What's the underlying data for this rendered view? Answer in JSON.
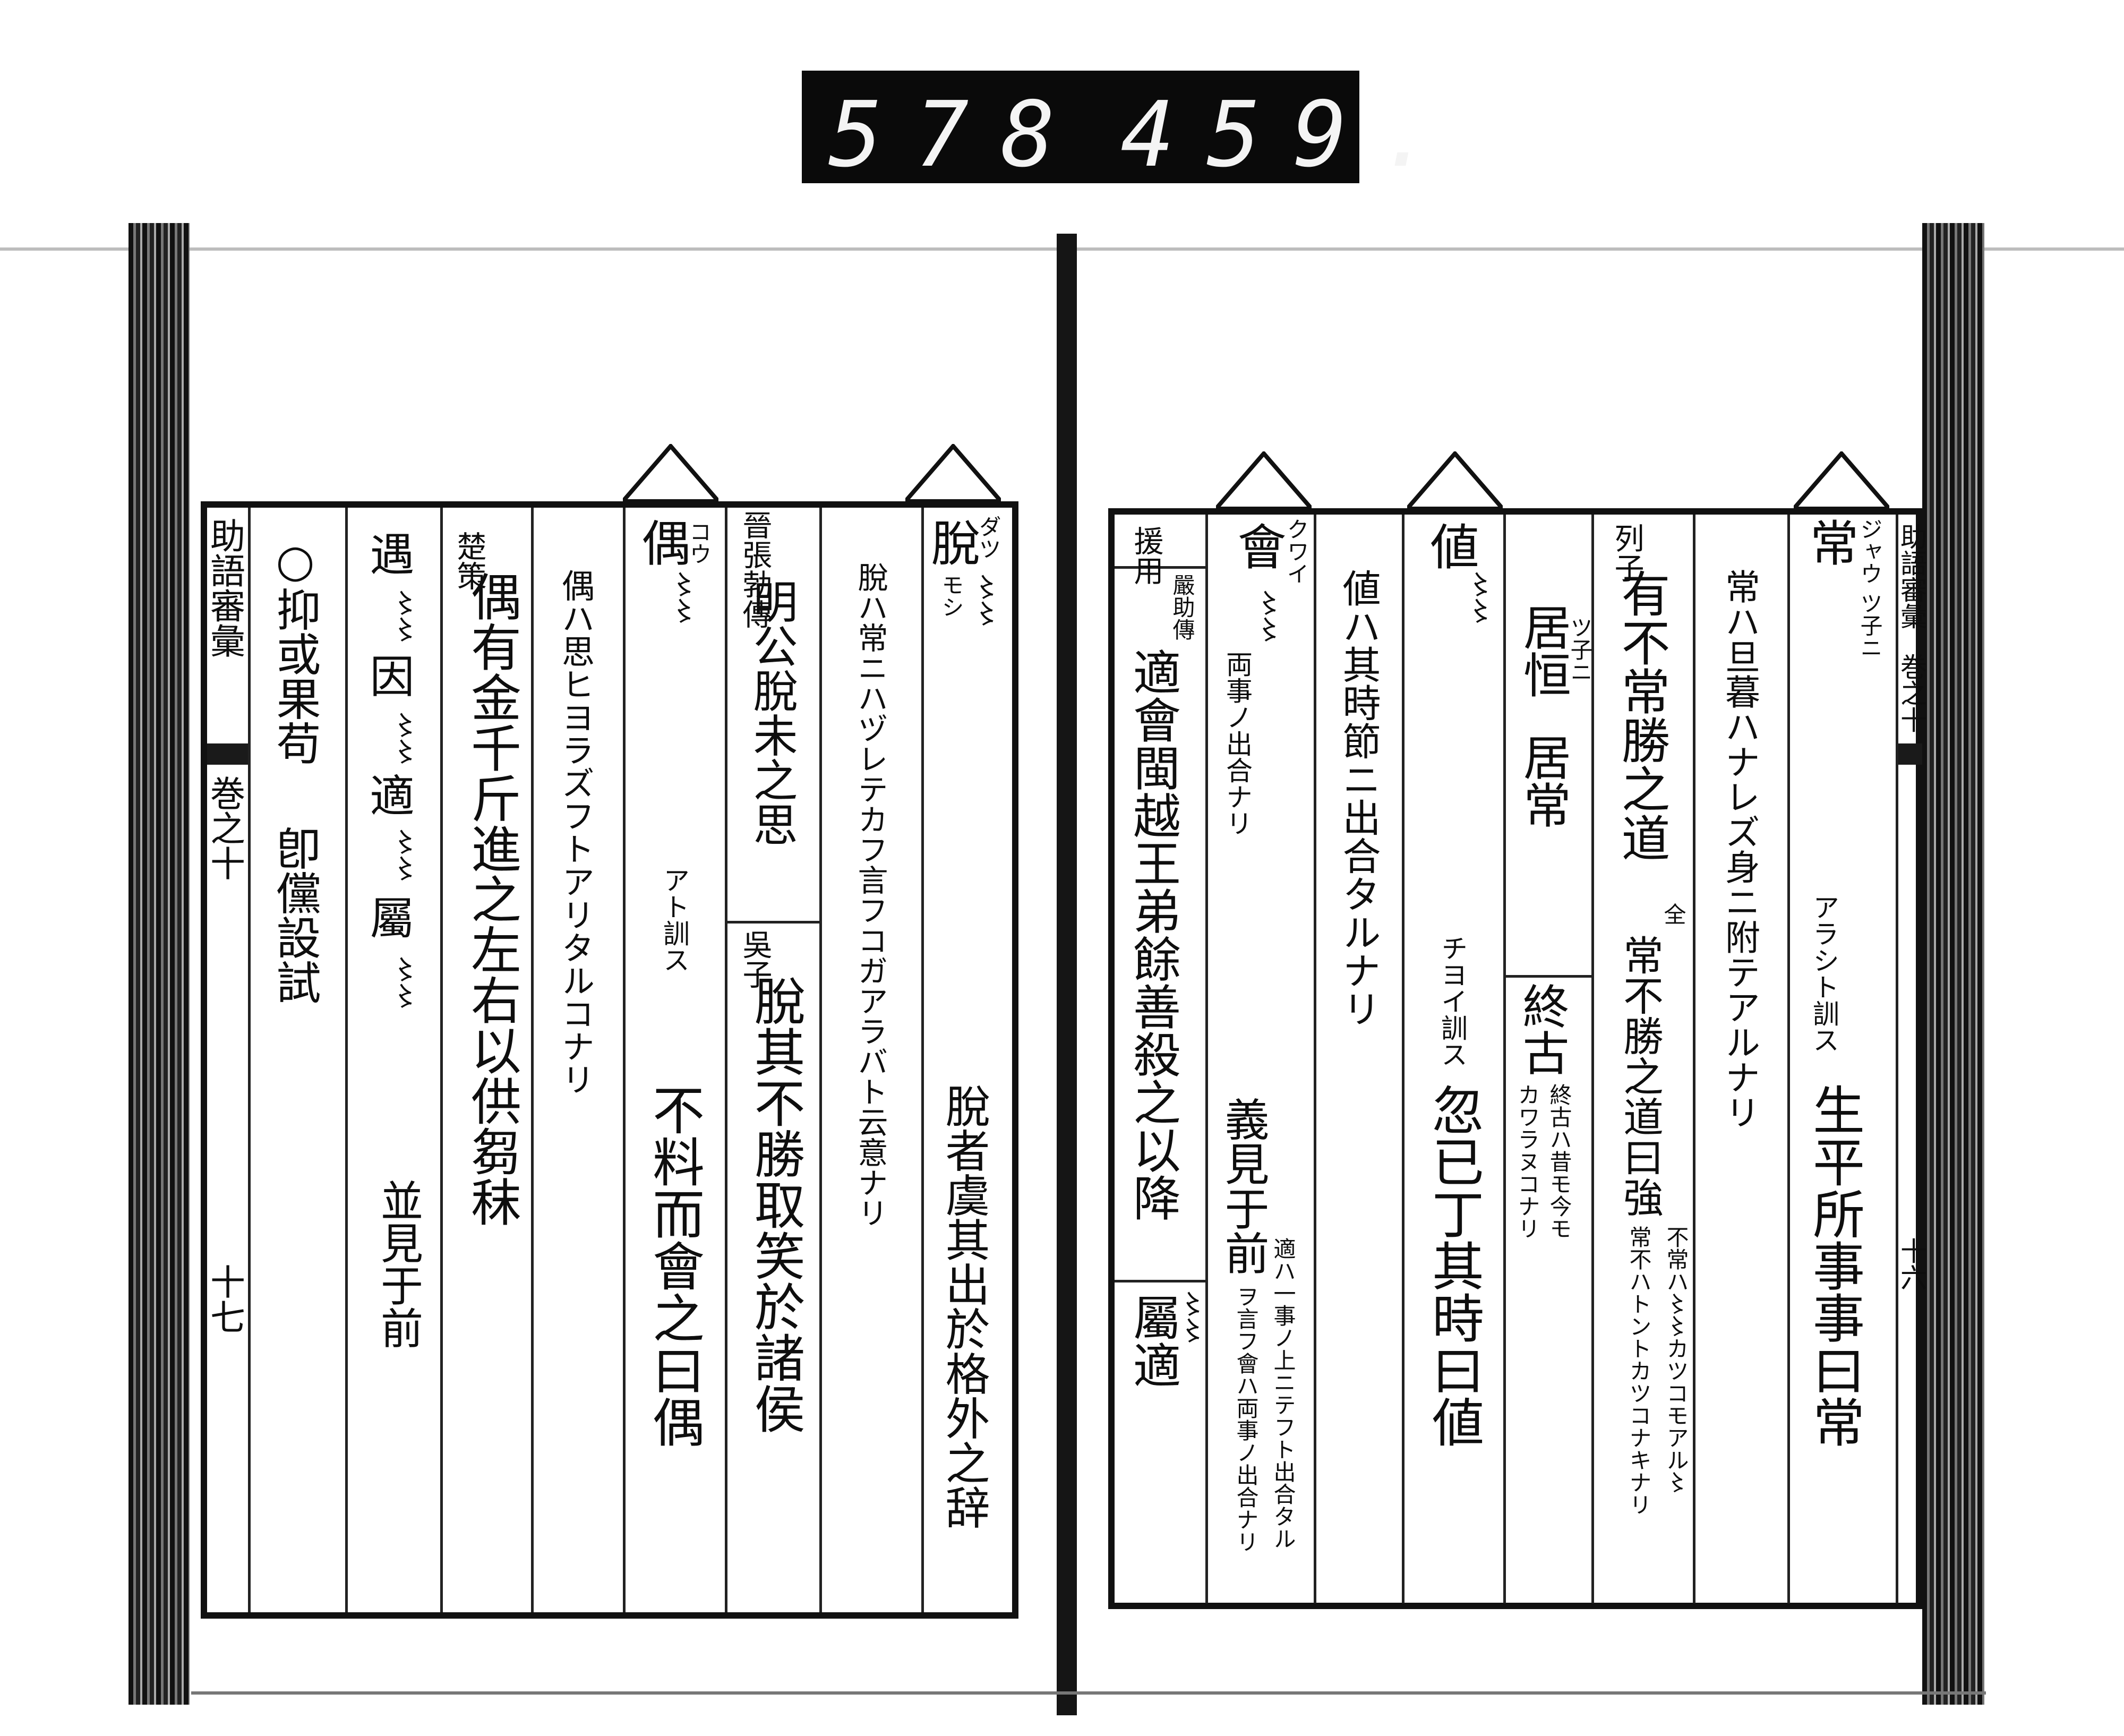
{
  "catalog_label": {
    "left_number": "578",
    "right_number": "459."
  },
  "left_page": {
    "margin": {
      "title": "助語審彙",
      "volume": "巻之十",
      "page": "十七"
    },
    "columns": [
      {
        "head": "脫",
        "reading": "ダツ",
        "ditto": "〻〻",
        "gloss": "モシ",
        "body": "脫者虞其出於格外之辞"
      },
      {
        "body": "脫ハ常ニハヅレテカフ言フコガアラバト云意ナリ"
      },
      {
        "source1": "晉張勃傳",
        "quote1": "明公脫未之思",
        "source2": "吳子",
        "quote2": "脫其不勝取笑於諸侯"
      },
      {
        "head": "偶",
        "reading": "コウ",
        "ditto": "〻〻",
        "gloss": "アト訓ス",
        "body": "不料而會之曰偶"
      },
      {
        "body": "偶ハ思ヒヨラズフトアリタルコナリ"
      },
      {
        "source": "楚策",
        "quote": "偶有金千斤進之左右以供芻秣"
      },
      {
        "items": [
          "遇",
          "〻〻",
          "因",
          "〻〻",
          "適",
          "〻〻",
          "屬",
          "〻〻"
        ],
        "note": "並見于前"
      },
      {
        "line1": "○抑或果苟",
        "line2": "卽儻設試"
      }
    ]
  },
  "right_page": {
    "margin": {
      "title": "助語審彙",
      "volume": "巻之十",
      "page": "十六"
    },
    "columns": [
      {
        "head": "常",
        "reading": "ジャウ ツ子ニ",
        "gloss": "アラシト訓ス",
        "body": "生平所事事曰常"
      },
      {
        "body": "常ハ旦暮ハナレズ身ニ附テアルナリ"
      },
      {
        "source": "列子",
        "quote1": "有不常勝之道",
        "marker": "全",
        "quote2": "常不勝之道曰強",
        "note1": "不常ハ〻〻カツコモアル〻",
        "note2": "常不ハトントカツコナキナリ"
      },
      {
        "compound1": "居恒",
        "compound2": "居常",
        "reading": "ツ子ニ",
        "compound3": "終古",
        "note1": "終古ハ昔モ今モ",
        "note2": "カワラヌコナリ"
      },
      {
        "head": "値",
        "ditto": "〻〻",
        "gloss": "チヨイ訓ス",
        "body": "忽已丁其時曰値"
      },
      {
        "body": "値ハ其時節ニ出合タルナリ"
      },
      {
        "head": "會",
        "reading": "クワイ",
        "ditto": "〻〻",
        "gloss": "両事ノ出合ナリ",
        "body": "義見于前",
        "note1": "適ハ一事ノ上ニテフト出合タル",
        "note2": "ヲ言フ會ハ両事ノ出合ナリ"
      },
      {
        "header": "援用",
        "source": "嚴助傳",
        "quote": "適會閩越王弟餘善殺之以降",
        "compound": "屬適",
        "ditto": "〻〻"
      }
    ]
  }
}
